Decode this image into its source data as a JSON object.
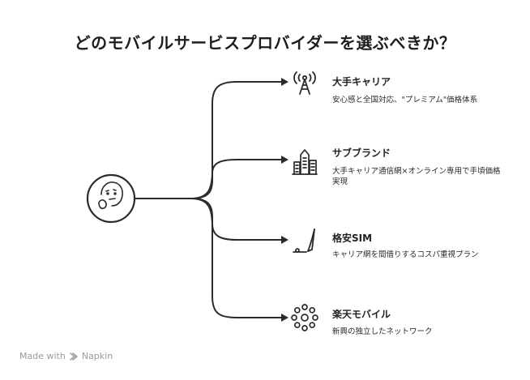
{
  "title": "どのモバイルサービスプロバイダーを選ぶべきか？",
  "center": {
    "icon": "thinking-face-icon"
  },
  "options": [
    {
      "title": "大手キャリア",
      "description": "安心感と全国対応、\"プレミアム\"価格体系",
      "icon": "signal-tower-icon"
    },
    {
      "title": "サブブランド",
      "description": "大手キャリア通信網×オンライン専用で手頃価格実現",
      "icon": "city-buildings-icon"
    },
    {
      "title": "格安SIM",
      "description": "キャリア網を間借りするコスパ重視プラン",
      "icon": "sim-antenna-icon"
    },
    {
      "title": "楽天モバイル",
      "description": "新興の独立したネットワーク",
      "icon": "network-burst-icon"
    }
  ],
  "footer": {
    "made_with": "Made with",
    "brand": "Napkin",
    "icon": "napkin-logo-icon"
  }
}
